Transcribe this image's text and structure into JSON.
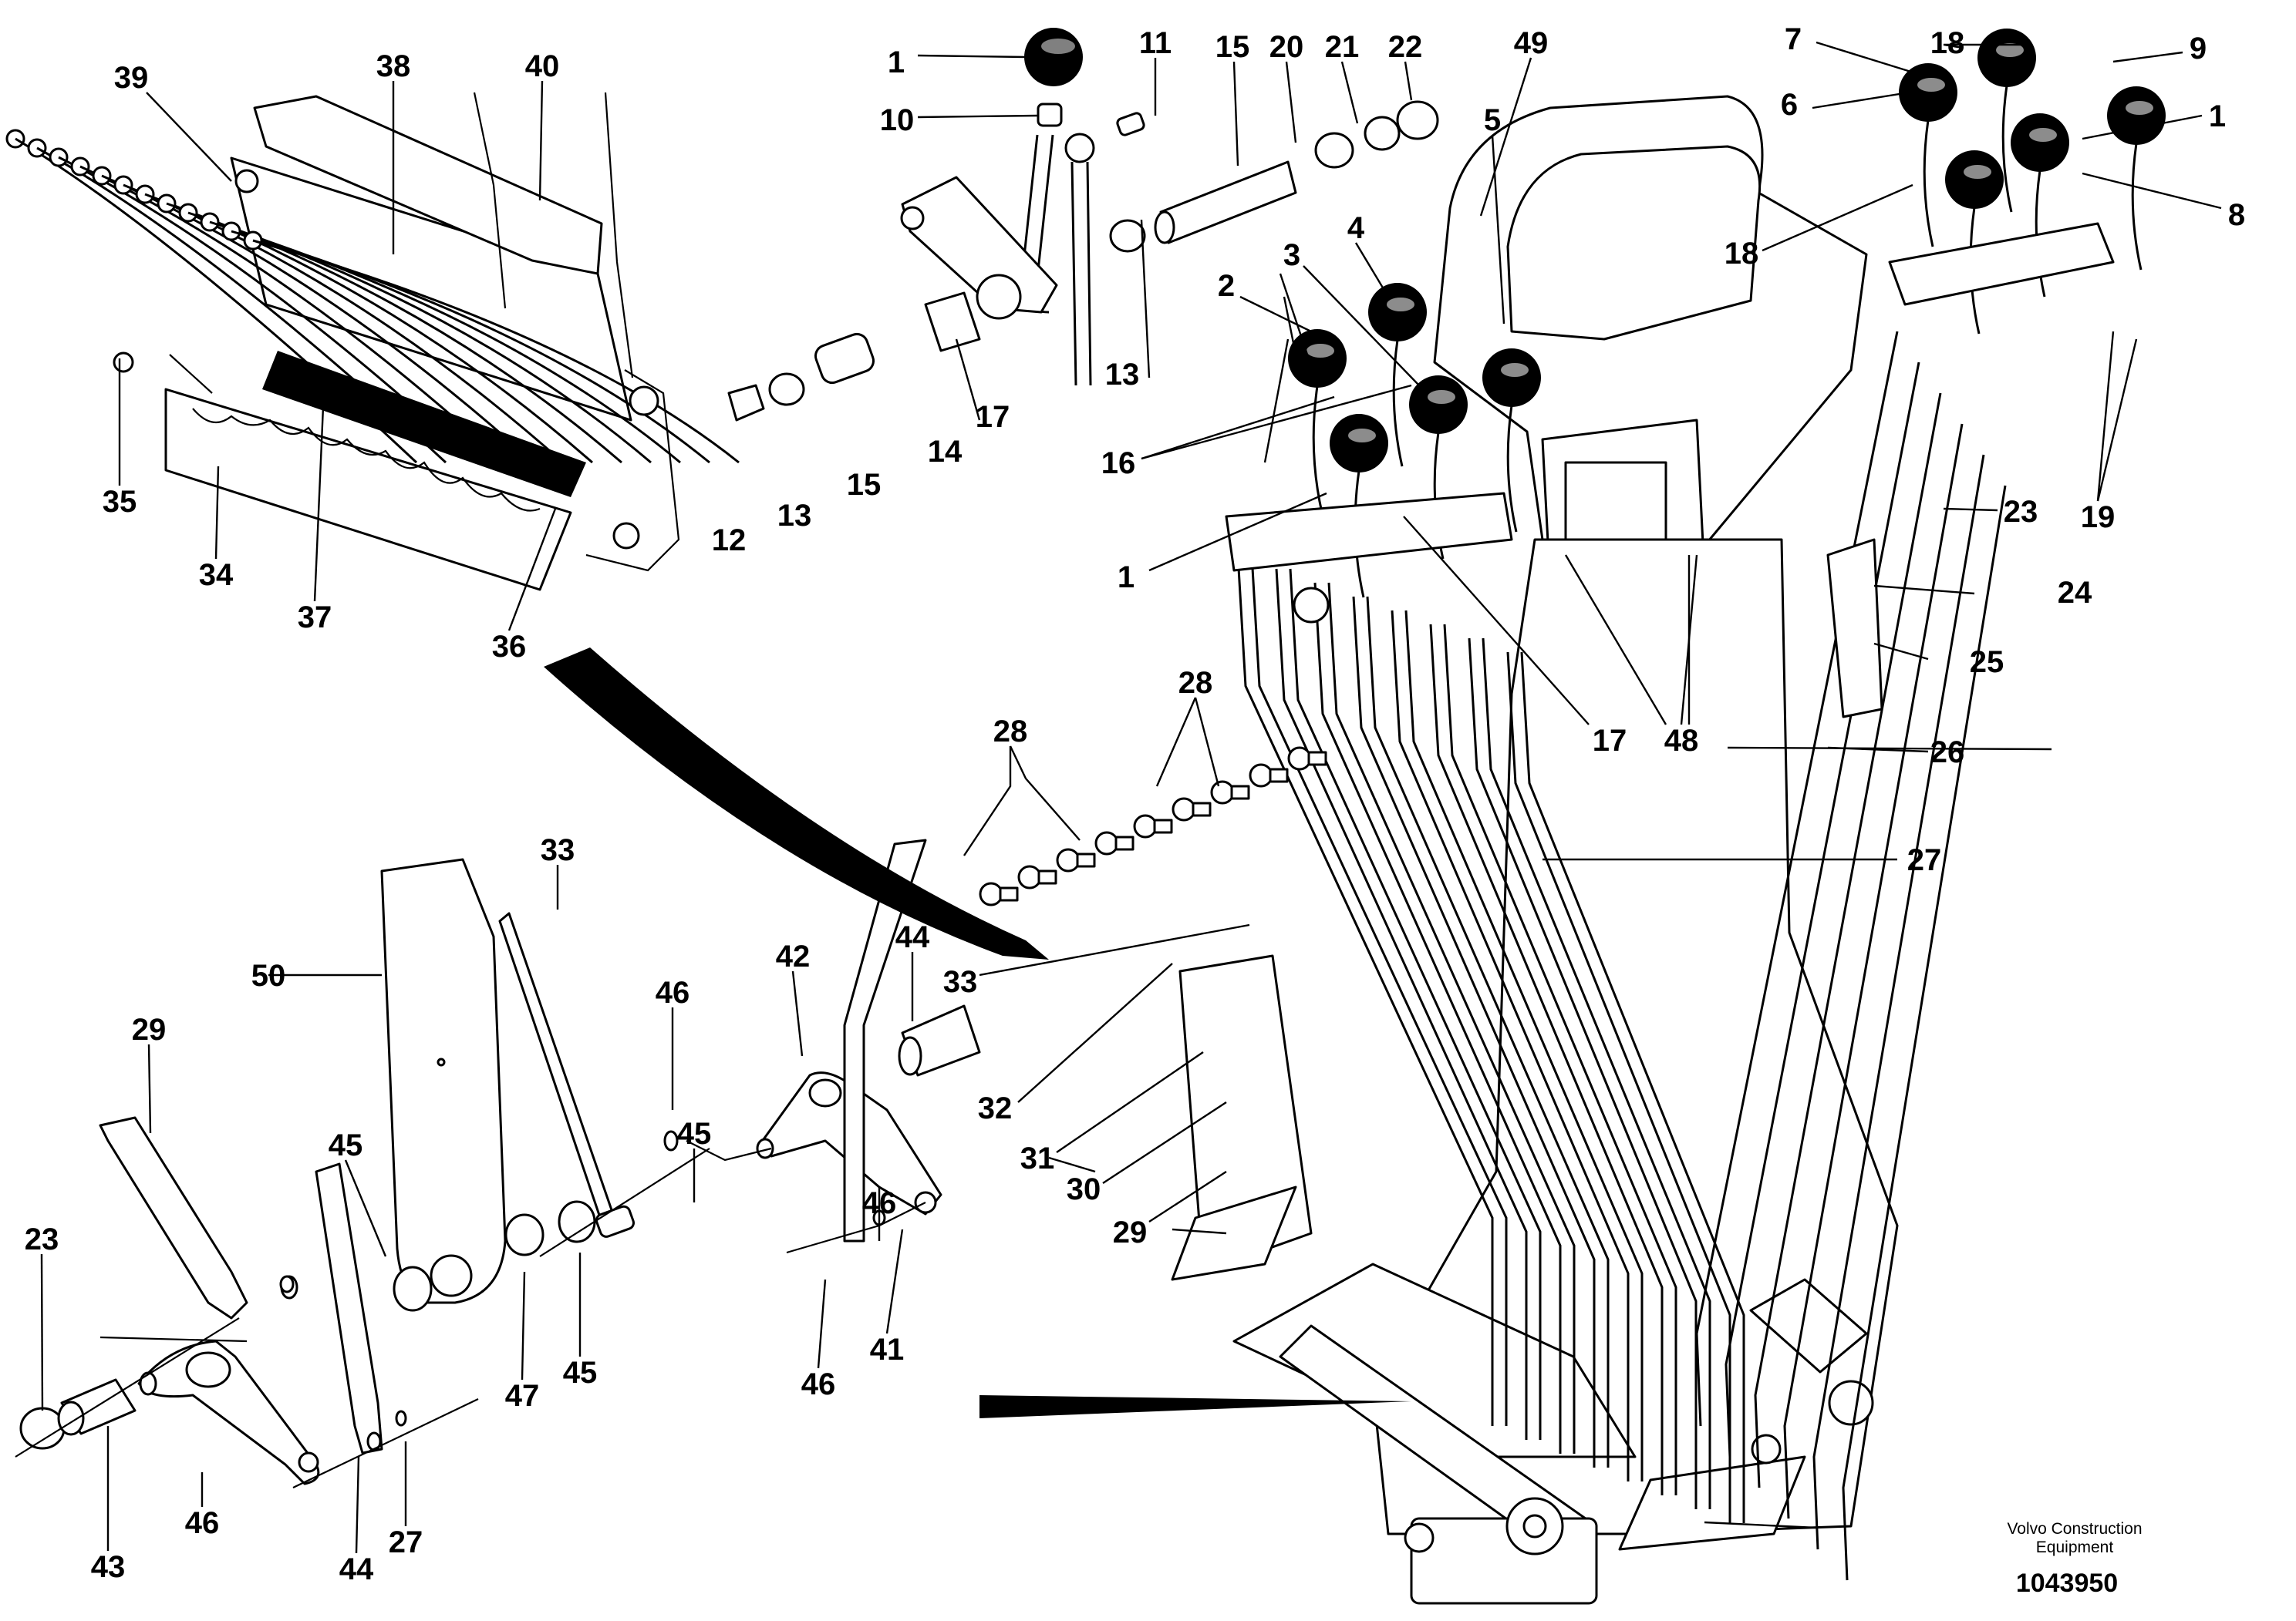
{
  "publisher": {
    "line1": "Volvo Construction",
    "line2": "Equipment"
  },
  "document_number": "1043950",
  "callouts": [
    "1",
    "10",
    "11",
    "15",
    "20",
    "21",
    "22",
    "49",
    "5",
    "7",
    "18",
    "9",
    "6",
    "1",
    "8",
    "18",
    "4",
    "3",
    "2",
    "16",
    "1",
    "12",
    "13",
    "15",
    "14",
    "17",
    "13",
    "19",
    "23",
    "24",
    "25",
    "26",
    "27",
    "17",
    "48",
    "39",
    "38",
    "40",
    "35",
    "34",
    "37",
    "36",
    "28",
    "28",
    "33",
    "50",
    "29",
    "46",
    "45",
    "45",
    "44",
    "42",
    "46",
    "33",
    "32",
    "31",
    "30",
    "29",
    "47",
    "45",
    "23",
    "44",
    "43",
    "46",
    "27",
    "46",
    "41"
  ]
}
